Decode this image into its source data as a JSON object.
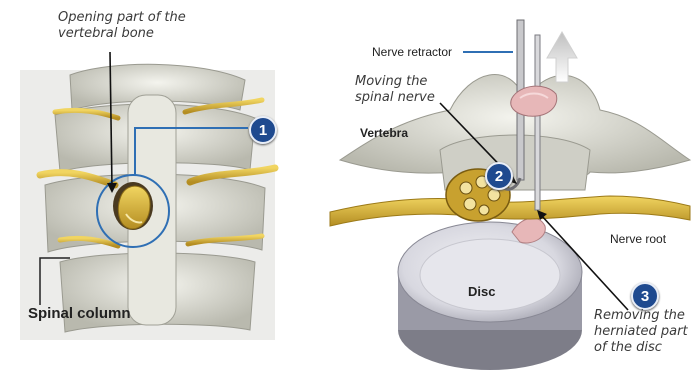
{
  "left_panel": {
    "caption_line1": "Opening part of the",
    "caption_line2": "vertebral bone",
    "badge": "1",
    "label": "Spinal column"
  },
  "right_panel": {
    "nerve_retractor_label": "Nerve retractor",
    "moving_line1": "Moving the",
    "moving_line2": "spinal nerve",
    "vertebra_label": "Vertebra",
    "badge2": "2",
    "nerve_root_label": "Nerve root",
    "disc_label": "Disc",
    "badge3": "3",
    "removing_line1": "Removing the",
    "removing_line2": "herniated part",
    "removing_line3": "of the disc"
  },
  "colors": {
    "badge_blue": "#1f4a8f",
    "callout_blue": "#2f6fb4",
    "nerve_yellow": "#d9b43a",
    "bone": "#dcdcd2"
  },
  "icons": [
    "pointer-arrow",
    "retraction-up-arrow"
  ]
}
